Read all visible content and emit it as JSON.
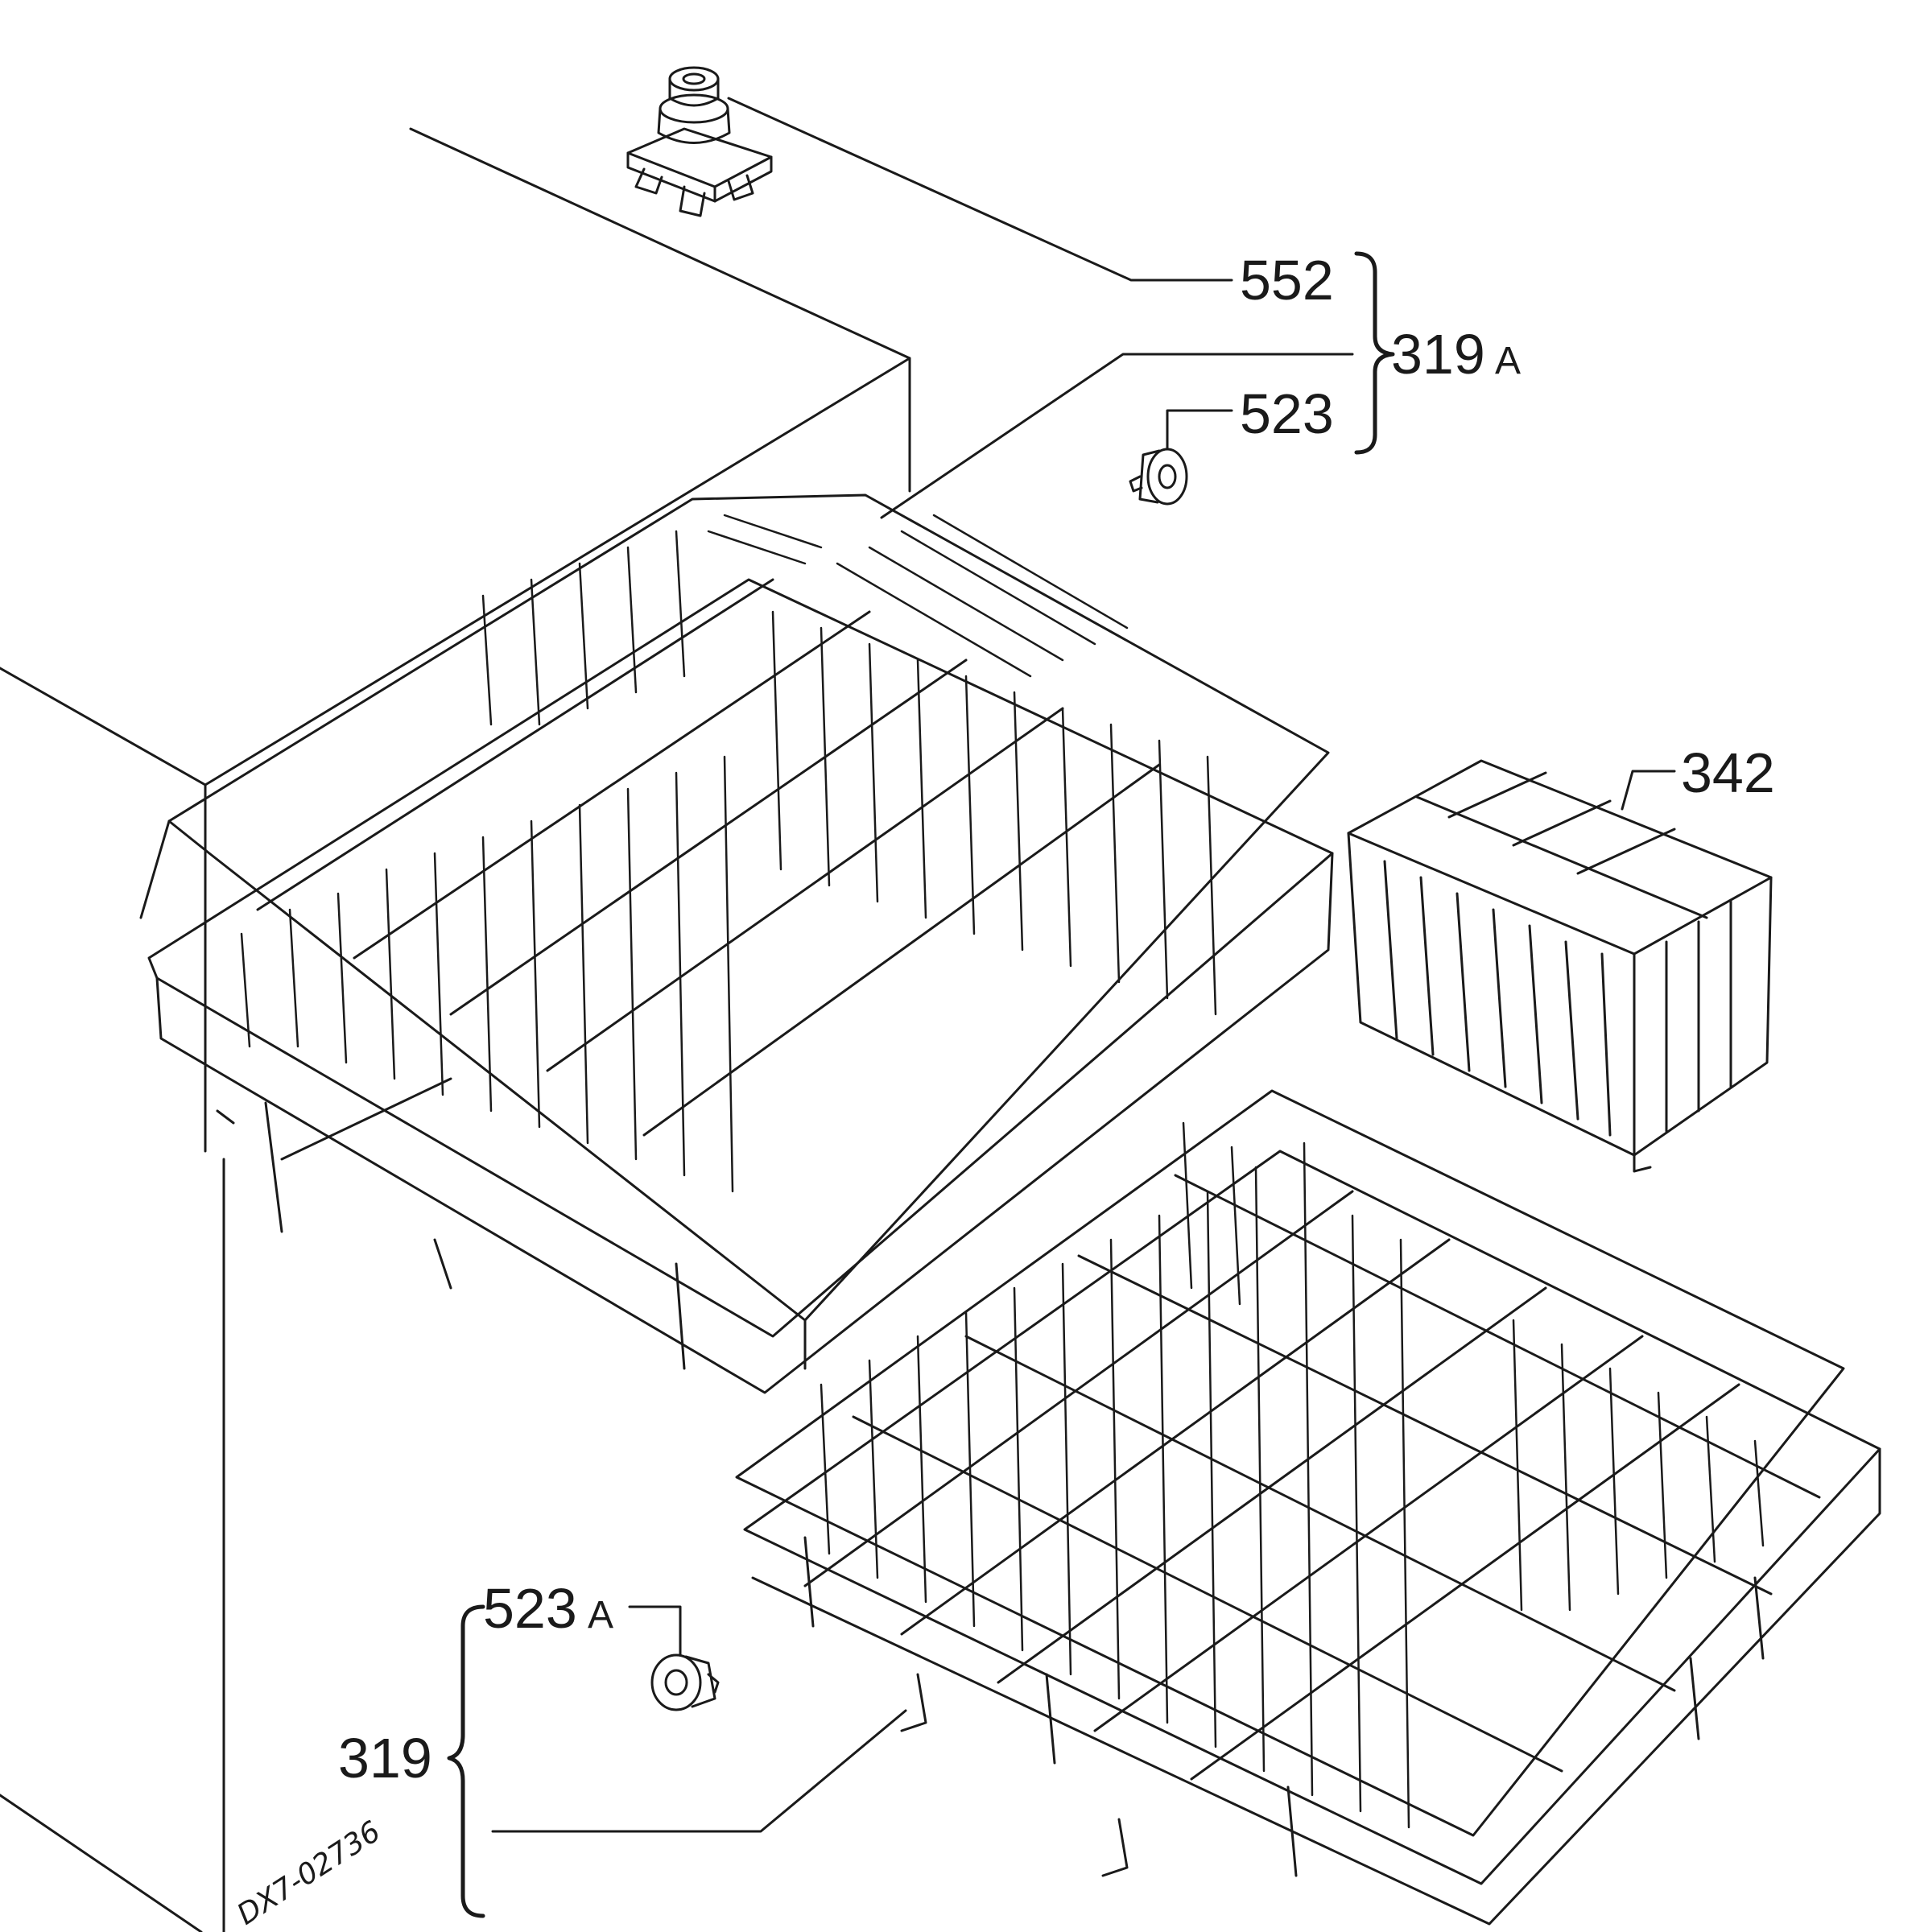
{
  "labels": {
    "l552": "552",
    "l523": "523",
    "l319a_num": "319",
    "l319a_suf": "A",
    "l342": "342",
    "l523a_num": "523",
    "l523a_suf": "A",
    "l319": "319"
  },
  "drawing_code": "DX7-02736",
  "colors": {
    "ink": "#1a1a1a",
    "background": "#ffffff"
  }
}
